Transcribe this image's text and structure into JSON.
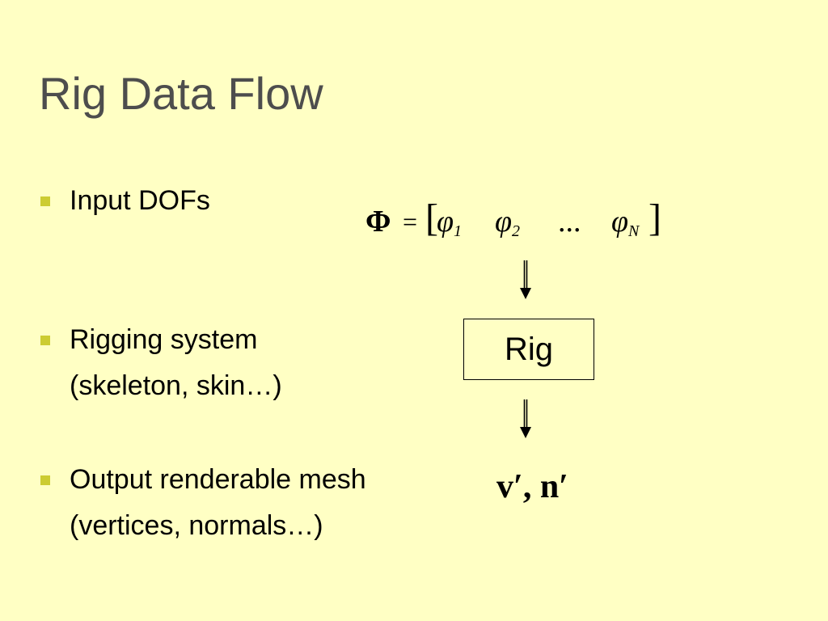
{
  "slide": {
    "title": "Rig Data Flow",
    "bullets": [
      {
        "lines": [
          "Input DOFs"
        ]
      },
      {
        "lines": [
          "Rigging system",
          "(skeleton, skin…)"
        ]
      },
      {
        "lines": [
          "Output renderable mesh",
          "(vertices, normals…)"
        ]
      }
    ],
    "diagram": {
      "equation": {
        "lhs": "Φ",
        "equals": "=",
        "open_bracket": "[",
        "phi1": "φ",
        "sub1": "1",
        "phi2": "φ",
        "sub2": "2",
        "ellipsis": "...",
        "phiN": "φ",
        "subN": "N",
        "close_bracket": "]"
      },
      "rig_label": "Rig",
      "output": "v′, n′"
    },
    "colors": {
      "background": "#FFFFC4",
      "title": "#4D4D4D",
      "bullet": "#CCCC33"
    }
  }
}
